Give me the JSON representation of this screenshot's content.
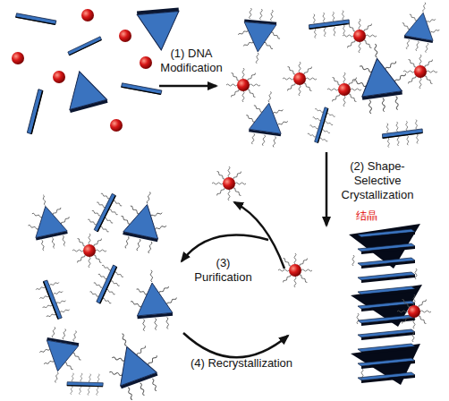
{
  "diagram": {
    "labels": [
      "(1) DNA Modification",
      "(2) Shape-Selective Crystallization",
      "结晶",
      "(3) Purification",
      "(4) Recrystallization"
    ]
  }
}
